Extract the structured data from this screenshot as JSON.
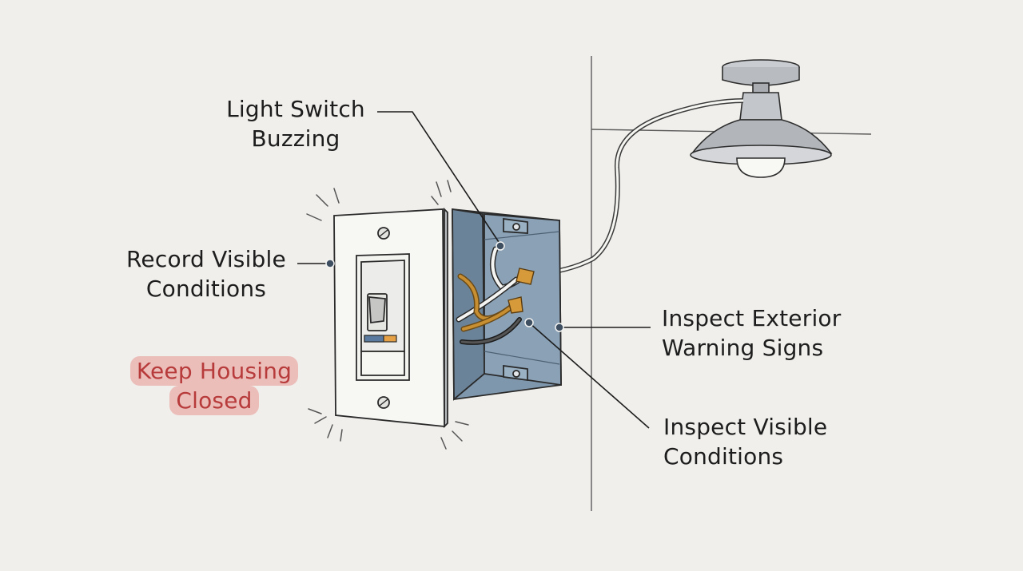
{
  "callouts": {
    "light_switch_buzzing": [
      "Light Switch",
      "Buzzing"
    ],
    "record_visible_conditions": [
      "Record Visible",
      "Conditions"
    ],
    "keep_housing_closed": [
      "Keep Housing",
      "Closed"
    ],
    "inspect_exterior_warning_signs": [
      "Inspect Exterior",
      "Warning Signs"
    ],
    "inspect_visible_conditions": [
      "Inspect Visible",
      "Conditions"
    ]
  },
  "colors": {
    "background": "#f0efeb",
    "ink": "#1d1d1d",
    "warning_text": "#b83b3b",
    "warning_highlight": "#e89692",
    "box_blue": "#7f97ad",
    "wire_copper": "#c78f32"
  }
}
